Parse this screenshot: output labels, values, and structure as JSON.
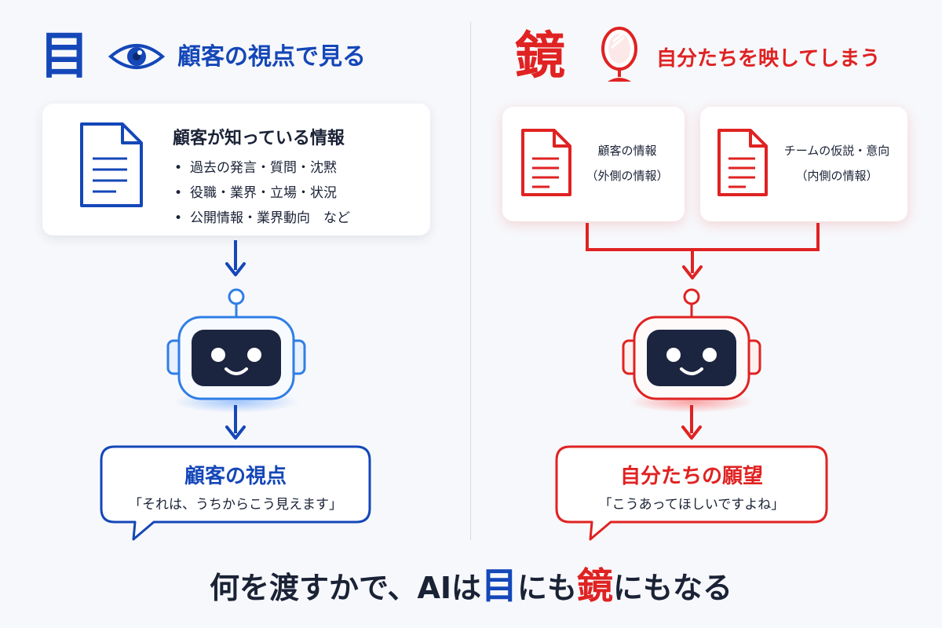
{
  "left": {
    "kanji": "目",
    "heading": "顧客の視点で見る",
    "info_title": "顧客が知っている情報",
    "info_items": [
      "過去の発言・質問・沈黙",
      "役職・業界・立場・状況",
      "公開情報・業界動向　など"
    ],
    "bubble_title": "顧客の視点",
    "bubble_sub": "「それは、うちからこう見えます」"
  },
  "right": {
    "kanji": "鏡",
    "heading": "自分たちを映してしまう",
    "card1_line1": "顧客の情報",
    "card1_line2": "（外側の情報）",
    "card2_line1": "チームの仮説・意向",
    "card2_line2": "（内側の情報）",
    "bubble_title": "自分たちの願望",
    "bubble_sub": "「こうあってほしいですよね」"
  },
  "bottom": {
    "part1": "何を渡すかで、AIは",
    "kanji_eye": "目",
    "part2": "にも",
    "kanji_mirror": "鏡",
    "part3": "にもなる"
  },
  "colors": {
    "blue": "#1447b8",
    "red": "#e02222",
    "robot_face": "#1b2540"
  },
  "icons": [
    "eye-icon",
    "mirror-icon",
    "document-icon",
    "robot-icon",
    "arrow-down-icon"
  ]
}
